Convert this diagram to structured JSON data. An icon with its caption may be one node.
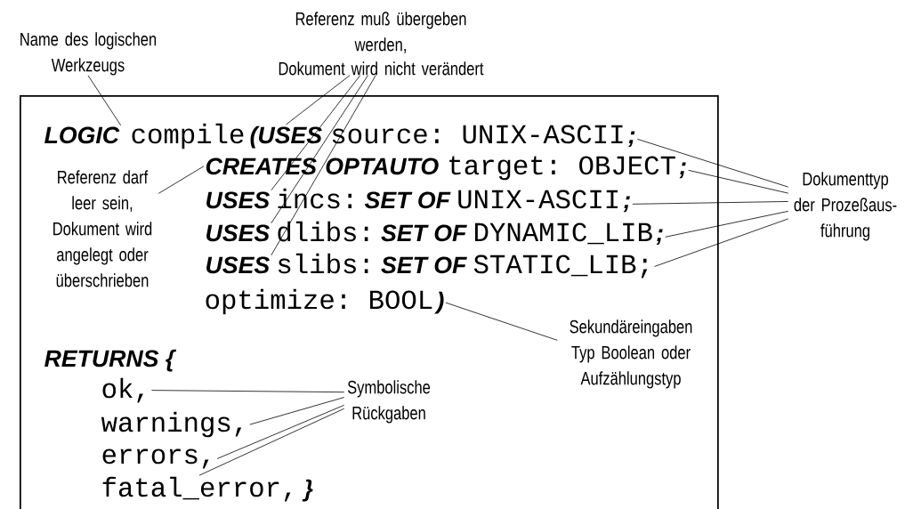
{
  "diagram": {
    "nodes": [
      {
        "text": [
          "Name des logischen Werkzeugs"
        ]
      },
      {
        "text": [
          "Referenz muß übergeben werden,",
          "Dokument wird nicht verändert"
        ]
      },
      {
        "text": [],
        "shape": "box"
      },
      {
        "text": [
          "LOGIC"
        ],
        "in": 2
      },
      {
        "text": [
          "compile"
        ],
        "in": 2
      },
      {
        "text": [
          "(USES"
        ],
        "in": 2
      },
      {
        "text": [
          "source: UNIX-ASCII"
        ],
        "in": 2
      },
      {
        "text": [
          ";"
        ],
        "in": 2
      },
      {
        "text": [
          "Referenz darf leer sein, Dokument wird angelegt oder überschrieben"
        ],
        "in": 2
      },
      {
        "text": [
          "CREATES"
        ],
        "in": 2
      },
      {
        "text": [
          "OPTAUTO"
        ],
        "in": 2
      },
      {
        "text": [
          "target: OBJECT"
        ],
        "in": 2
      },
      {
        "text": [
          ";"
        ],
        "in": 2
      },
      {
        "text": [
          "Dokumenttyp der Prozeßaus-führung"
        ]
      },
      {
        "text": [
          "USES"
        ],
        "in": 2
      },
      {
        "text": [
          "incs:"
        ],
        "in": 2
      },
      {
        "text": [
          "SET OF"
        ],
        "in": 2
      },
      {
        "text": [
          "UNIX-ASCII"
        ],
        "in": 2
      },
      {
        "text": [
          ";"
        ],
        "in": 2
      },
      {
        "text": [
          "USES"
        ],
        "in": 2
      },
      {
        "text": [
          "dlibs:"
        ],
        "in": 2
      },
      {
        "text": [
          "SET OF"
        ],
        "in": 2
      },
      {
        "text": [
          "DYNAMIC_LIB"
        ],
        "in": 2
      },
      {
        "text": [
          ";"
        ],
        "in": 2
      },
      {
        "text": [
          "USES"
        ],
        "in": 2
      },
      {
        "text": [
          "slibs:"
        ],
        "in": 2
      },
      {
        "text": [
          "SET OF"
        ],
        "in": 2
      },
      {
        "text": [
          "STATIC_LIB;"
        ],
        "in": 2
      },
      {
        "text": [
          "optimize: BOOL"
        ],
        "in": 2
      },
      {
        "text": [
          ")"
        ],
        "in": 2
      },
      {
        "text": [
          "Sekundäreingaben Typ Boolean oder Aufzählungstyp"
        ],
        "in": 2
      },
      {
        "text": [
          "RETURNS {"
        ],
        "in": 2
      },
      {
        "text": [
          "ok,"
        ],
        "in": 2
      },
      {
        "text": [
          "Symbolische Rückgaben"
        ],
        "in": 2
      },
      {
        "text": [
          "warnings,"
        ],
        "in": 2
      },
      {
        "text": [
          "errors,"
        ],
        "in": 2
      },
      {
        "text": [
          "fatal_error,"
        ],
        "in": 2
      },
      {
        "text": [
          "}"
        ],
        "in": 2
      }
    ],
    "edges": [
      {
        "from": 0,
        "to": 3,
        "arrow": "none"
      },
      {
        "from": 1,
        "to": 5,
        "arrow": "none"
      },
      {
        "from": 1,
        "to": 14,
        "arrow": "none"
      },
      {
        "from": 1,
        "to": 19,
        "arrow": "none"
      },
      {
        "from": 1,
        "to": 24,
        "arrow": "none"
      },
      {
        "from": 8,
        "to": 9,
        "arrow": "none"
      },
      {
        "from": 13,
        "to": 7,
        "arrow": "none"
      },
      {
        "from": 13,
        "to": 12,
        "arrow": "none"
      },
      {
        "from": 13,
        "to": 18,
        "arrow": "none"
      },
      {
        "from": 13,
        "to": 23,
        "arrow": "none"
      },
      {
        "from": 13,
        "to": 27,
        "arrow": "none"
      },
      {
        "from": 30,
        "to": 29,
        "arrow": "none"
      },
      {
        "from": 33,
        "to": 32,
        "arrow": "none"
      },
      {
        "from": 33,
        "to": 34,
        "arrow": "none"
      },
      {
        "from": 33,
        "to": 35,
        "arrow": "none"
      },
      {
        "from": 33,
        "to": 36,
        "arrow": "none"
      }
    ]
  }
}
